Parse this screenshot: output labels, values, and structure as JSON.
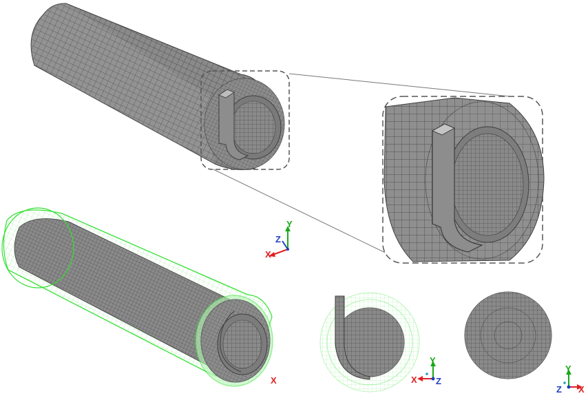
{
  "colors": {
    "mesh_fill": "#8a8a8a",
    "mesh_fill_light": "#a3a3a3",
    "mesh_fill_dark": "#6e6e6e",
    "mesh_line": "#3e3e3e",
    "wire_green": "#33e033",
    "wire_green_light": "#b8f5b8",
    "callout_dash": "#555555",
    "leader_line": "#777777",
    "axis_x": "#e02020",
    "axis_y": "#1aa81a",
    "axis_z": "#2040c0"
  },
  "axes": {
    "triad_1": {
      "y": "Y",
      "z": "Z",
      "x": "X"
    },
    "triad_2": {
      "x": "X"
    },
    "triad_3": {
      "y": "Y",
      "x": "X",
      "z": "Z"
    },
    "triad_4": {
      "y": "Y",
      "z": "Z",
      "x": "X"
    }
  },
  "views": [
    "isometric-meshed-cylinder",
    "zoom-detail-callout",
    "isometric-wireframe-cylinder",
    "front-view-with-slot",
    "front-view-disc"
  ]
}
